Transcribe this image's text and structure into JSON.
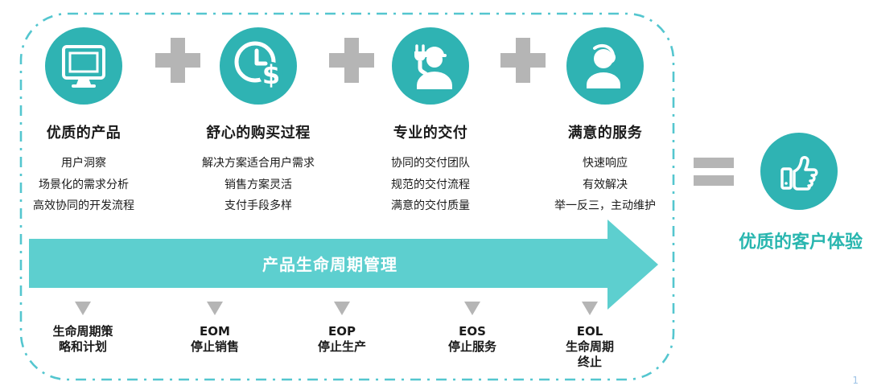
{
  "colors": {
    "icon_circle_teal": "#2fb3b3",
    "arrow_teal": "#5dcfcf",
    "border_teal": "#54c6cf",
    "plus_equals_gray": "#b5b5b5",
    "result_text_teal": "#29b6af",
    "body_text": "#1a1a1a",
    "page_number_blue": "#9dc3e6"
  },
  "columns": [
    {
      "icon": "monitor-icon",
      "title": "优质的产品",
      "points": [
        "用户洞察",
        "场景化的需求分析",
        "高效协同的开发流程"
      ]
    },
    {
      "icon": "clock-dollar-icon",
      "title": "舒心的购买过程",
      "points": [
        "解决方案适合用户需求",
        "销售方案灵活",
        "支付手段多样"
      ]
    },
    {
      "icon": "engineer-icon",
      "title": "专业的交付",
      "points": [
        "协同的交付团队",
        "规范的交付流程",
        "满意的交付质量"
      ]
    },
    {
      "icon": "support-agent-icon",
      "title": "满意的服务",
      "points": [
        "快速响应",
        "有效解决",
        "举一反三，主动维护"
      ]
    }
  ],
  "arrow": {
    "label": "产品生命周期管理"
  },
  "timeline": [
    {
      "lines": [
        "生命周期策",
        "略和计划"
      ]
    },
    {
      "lines": [
        "EOM",
        "停止销售"
      ]
    },
    {
      "lines": [
        "EOP",
        "停止生产"
      ]
    },
    {
      "lines": [
        "EOS",
        "停止服务"
      ]
    },
    {
      "lines": [
        "EOL",
        "生命周期",
        "终止"
      ]
    }
  ],
  "result": {
    "label": "优质的客户体验"
  },
  "page": {
    "number": "1"
  }
}
